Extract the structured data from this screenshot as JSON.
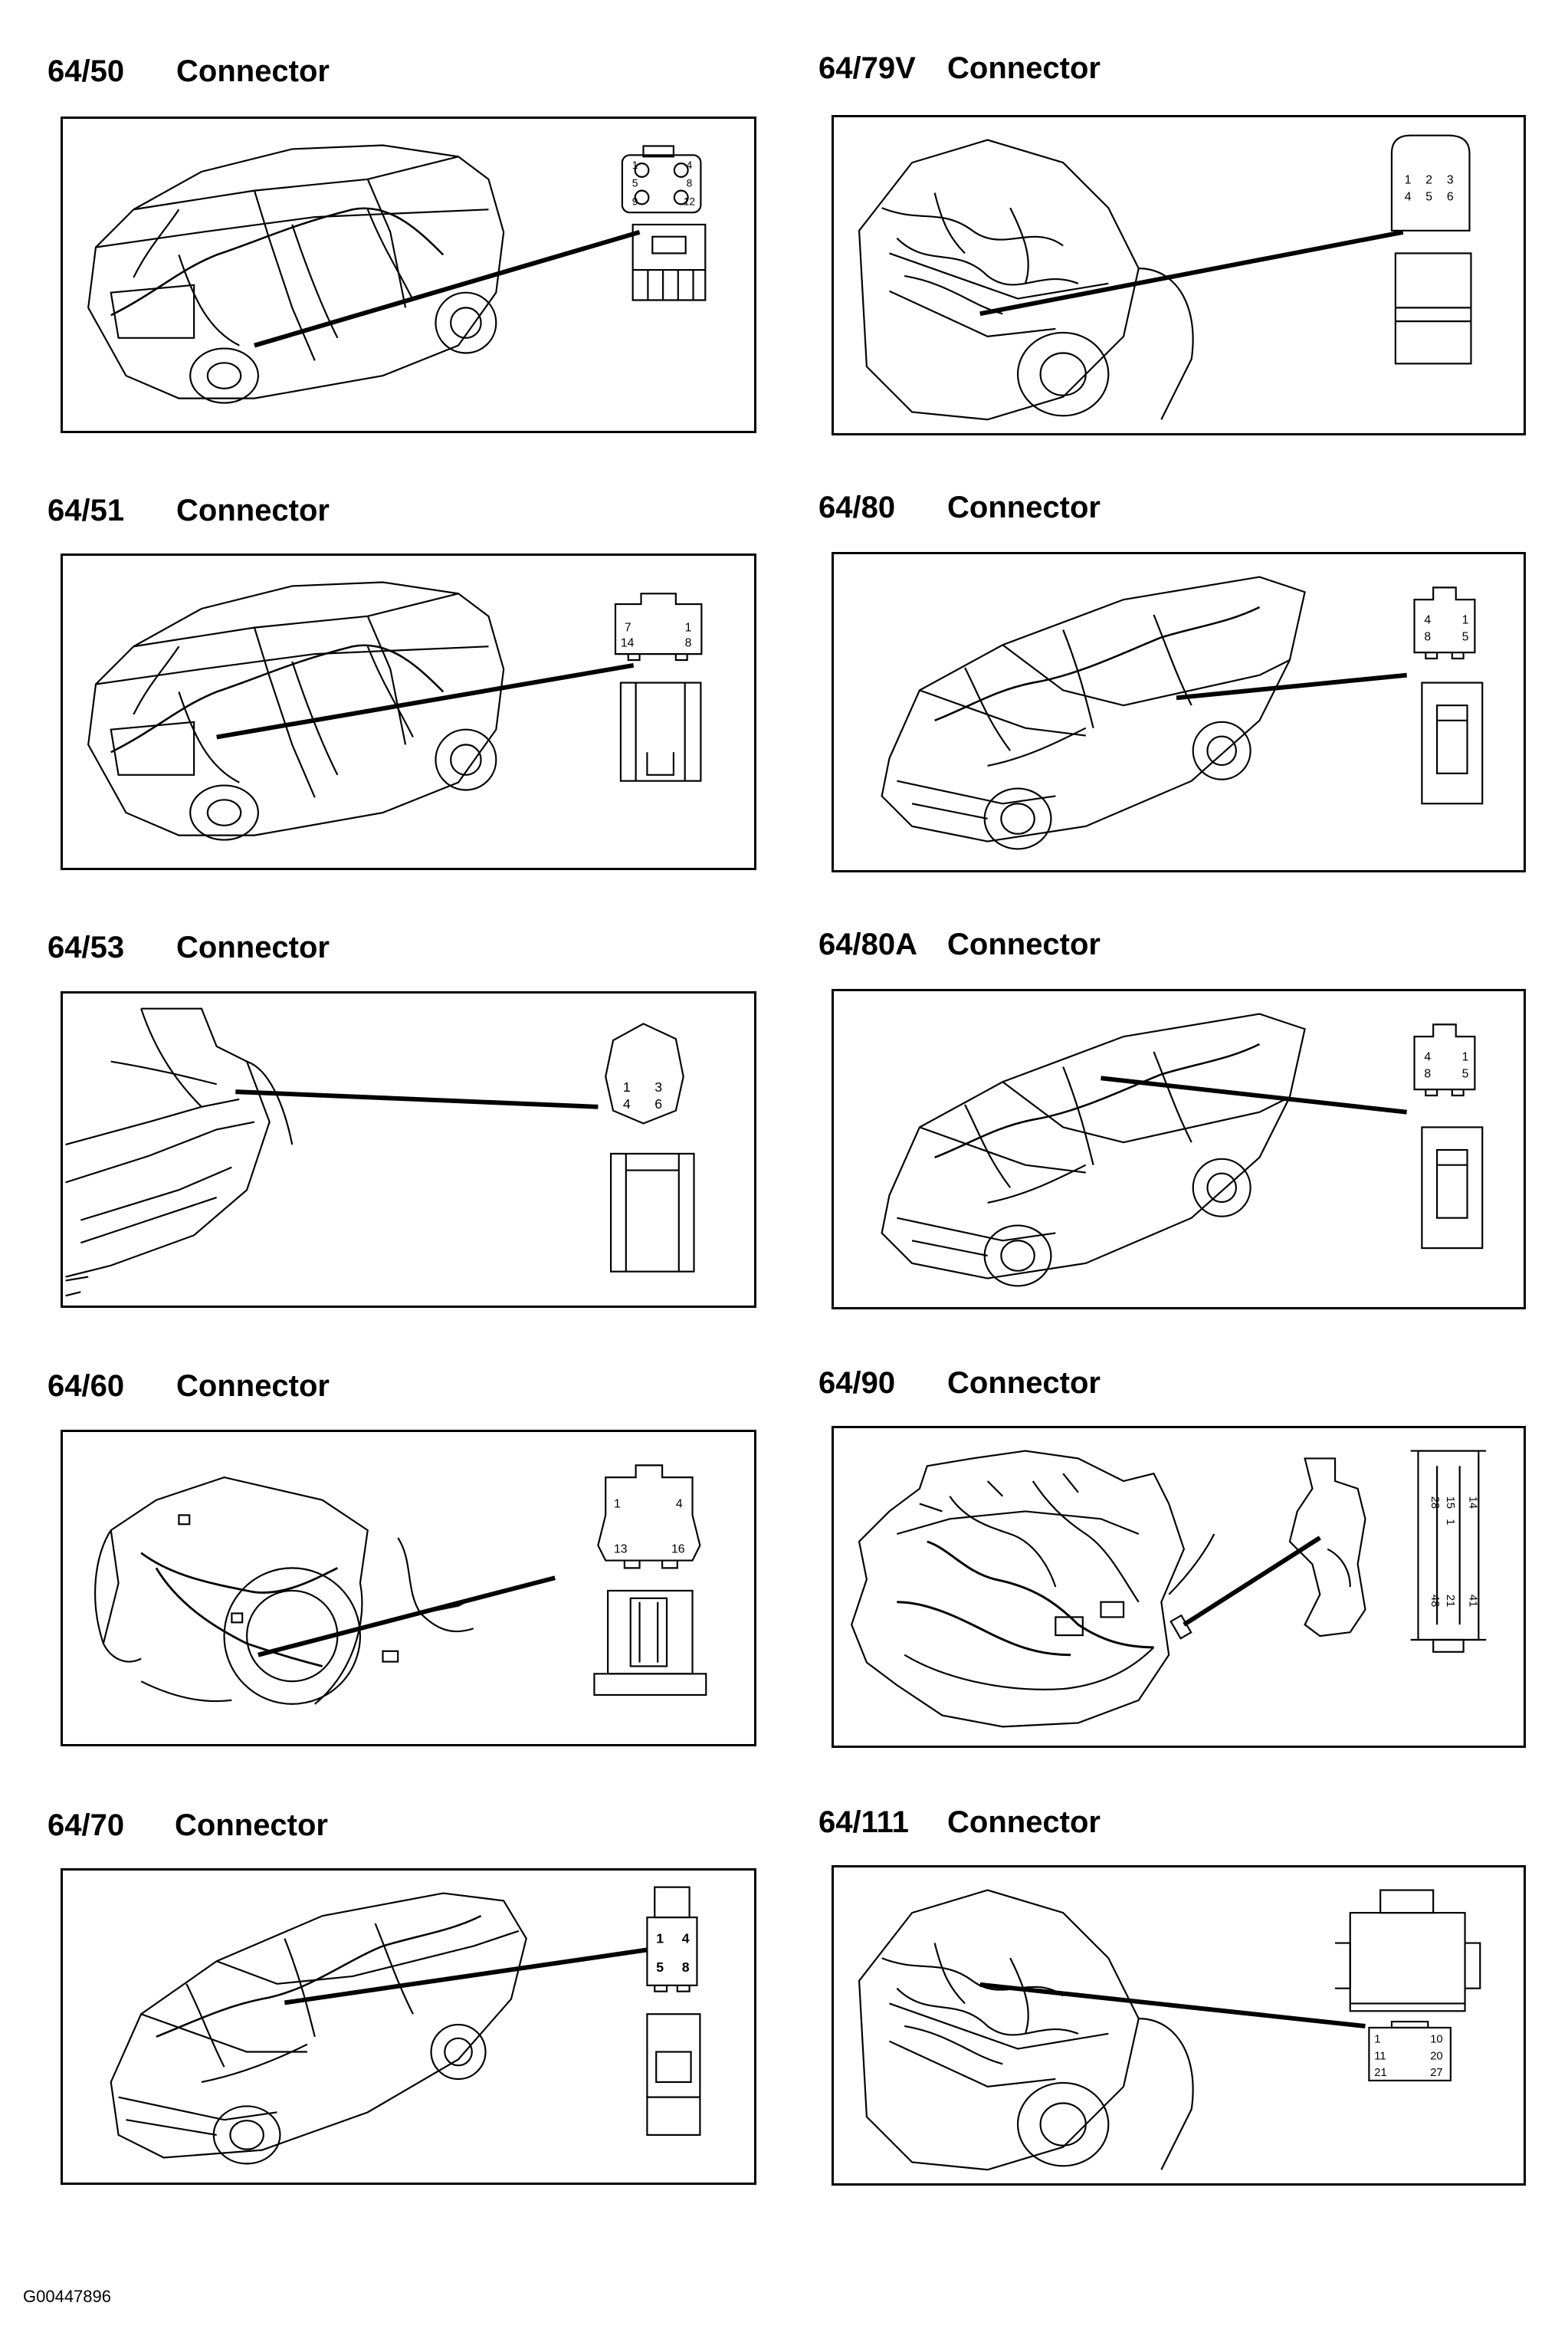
{
  "diagrams": [
    {
      "code": "64/50",
      "label": "Connector",
      "pins": [
        "1",
        "4",
        "5",
        "8",
        "9",
        "12"
      ]
    },
    {
      "code": "64/79V",
      "label": "Connector",
      "pins": [
        "1",
        "2",
        "3",
        "4",
        "5",
        "6"
      ]
    },
    {
      "code": "64/51",
      "label": "Connector",
      "pins": [
        "7",
        "1",
        "14",
        "8"
      ]
    },
    {
      "code": "64/80",
      "label": "Connector",
      "pins": [
        "4",
        "1",
        "8",
        "5"
      ]
    },
    {
      "code": "64/53",
      "label": "Connector",
      "pins": [
        "1",
        "3",
        "4",
        "6"
      ]
    },
    {
      "code": "64/80A",
      "label": "Connector",
      "pins": [
        "4",
        "1",
        "8",
        "5"
      ]
    },
    {
      "code": "64/60",
      "label": "Connector",
      "pins": [
        "1",
        "4",
        "13",
        "16"
      ]
    },
    {
      "code": "64/90",
      "label": "Connector",
      "pins": [
        "15",
        "1",
        "28",
        "14",
        "21",
        "41",
        "48"
      ]
    },
    {
      "code": "64/70",
      "label": "Connector",
      "pins": [
        "1",
        "4",
        "5",
        "8"
      ]
    },
    {
      "code": "64/111",
      "label": "Connector",
      "pins": [
        "1",
        "10",
        "11",
        "20",
        "21",
        "27"
      ]
    }
  ],
  "figure_id": "G00447896"
}
